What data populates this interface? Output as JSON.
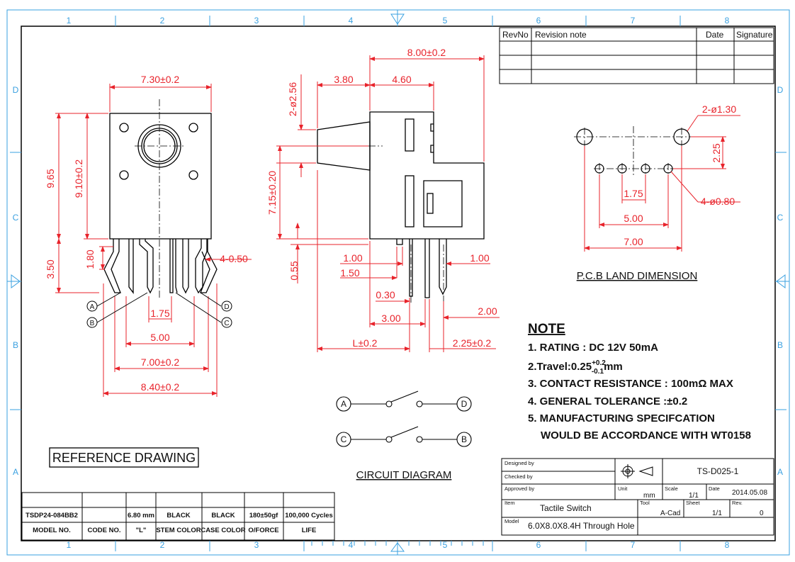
{
  "frame": {
    "columns": [
      "1",
      "2",
      "3",
      "4",
      "5",
      "6",
      "7",
      "8"
    ],
    "rows": [
      "D",
      "C",
      "B",
      "A"
    ]
  },
  "revision_table": {
    "headers": [
      "RevNo",
      "Revision note",
      "Date",
      "Signature"
    ]
  },
  "front_view": {
    "width_top": "7.30±0.2",
    "height_total": "9.65",
    "height_body": "9.10±0.2",
    "leg_height": "3.50",
    "leg_bend": "1.80",
    "leg_thickness": "4-0.50",
    "pitch_inner": "1.75",
    "pitch_mid": "5.00",
    "pitch_outer": "7.00±0.2",
    "overall_width": "8.40±0.2",
    "pins": [
      "A",
      "B",
      "C",
      "D"
    ]
  },
  "side_view": {
    "width_total": "8.00±0.2",
    "stem_len": "3.80",
    "body_depth": "4.60",
    "stem_dia": "2-ø2.56",
    "height": "7.15±0.20",
    "base_offset": "0.55",
    "dim_1_00_left": "1.00",
    "dim_1_50": "1.50",
    "dim_0_30": "0.30",
    "dim_3_00": "3.00",
    "dim_1_00_right": "1.00",
    "dim_2_00": "2.00",
    "stem_length_label": "L±0.2",
    "dim_2_25": "2.25±0.2"
  },
  "pcb": {
    "hole_large": "2-ø1.30",
    "hole_small": "4-ø0.80",
    "dim_225": "2.25",
    "dim_175": "1.75",
    "dim_500": "5.00",
    "dim_700": "7.00",
    "title": "P.C.B LAND DIMENSION"
  },
  "notes": {
    "heading": "NOTE",
    "line1": "1. RATING : DC 12V  50mA",
    "line2_prefix": "2.Travel:0.25",
    "line2_sup": "+0.2",
    "line2_sub": "-0.1",
    "line2_suffix": "mm",
    "line3": "3. CONTACT RESISTANCE : 100mΩ MAX",
    "line4": "4. GENERAL TOLERANCE :±0.2",
    "line5a": "5. MANUFACTURING SPECIFCATION",
    "line5b": "WOULD BE ACCORDANCE WITH WT0158"
  },
  "circuit": {
    "title": "CIRCUIT DIAGRAM",
    "top_left": "A",
    "top_right": "D",
    "bottom_left": "C",
    "bottom_right": "B"
  },
  "reference": "REFERENCE DRAWING",
  "title_block": {
    "designed_by": "Designed by",
    "checked_by": "Checked by",
    "approved_by": "Approved by",
    "doc_no": "TS-D025-1",
    "unit_label": "Unit",
    "unit_val": "mm",
    "scale_label": "Scale",
    "scale_val": "1/1",
    "date_label": "Date",
    "date_val": "2014.05.08",
    "item_label": "Item",
    "item_val": "Tactile Switch",
    "tool_label": "Tool",
    "tool_val": "A-Cad",
    "sheet_label": "Sheet",
    "sheet_val": "1/1",
    "rev_label": "Rev.",
    "rev_val": "0",
    "model_label": "Model",
    "model_val": "6.0X8.0X8.4H Through Hole"
  },
  "model_table": {
    "values": [
      "TSDP24-084BB2",
      "",
      "6.80 mm",
      "BLACK",
      "BLACK",
      "180±50gf",
      "100,000 Cycles"
    ],
    "headers": [
      "MODEL NO.",
      "CODE NO.",
      "\"L\"",
      "STEM COLOR",
      "CASE COLOR",
      "O/FORCE",
      "LIFE"
    ]
  }
}
